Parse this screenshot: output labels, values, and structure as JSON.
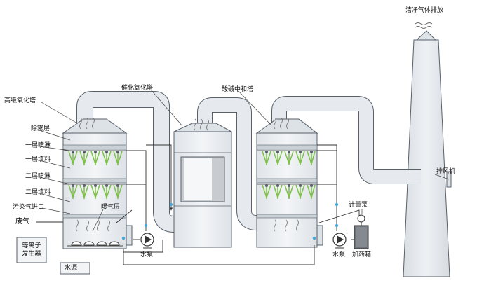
{
  "labels": {
    "clean_gas_discharge": "洁净气体排放",
    "high_oxidation_tower": "高级氧化塔",
    "catalytic_oxidation_tower": "催化氧化塔",
    "acid_base_tower": "酸碱中和塔",
    "demister_layer": "除雾层",
    "spray_1": "一层喷淋",
    "packing_1": "一层填料",
    "spray_2": "二层喷淋",
    "packing_2": "二层填料",
    "polluted_gas_inlet": "污染气进口",
    "waste_gas": "废气",
    "aeration_layer": "曝气层",
    "metering_pump": "计量泵",
    "exhaust_fan": "排风机",
    "water_pump_1": "水泵",
    "water_pump_2": "水泵",
    "dosing_tank": "加药箱",
    "water_source": "水源",
    "plasma_generator_line1": "等离子",
    "plasma_generator_line2": "发生器"
  },
  "colors": {
    "vessel_fill": "#eaeef2",
    "pipe_fill": "#e3e8ed",
    "outline": "#58606a",
    "spray_green": "#7fbf4a",
    "water_blue": "#4aa6d6",
    "tank_dark": "#6e7379"
  }
}
